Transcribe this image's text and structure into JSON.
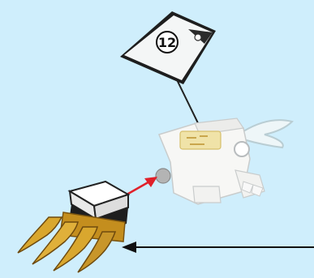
{
  "instruction": {
    "step_number": "12",
    "background_color": "#cfeefc",
    "arrow_color": "#e0202a",
    "parts": [
      "instruction-sheet",
      "white-dragon-model",
      "clear-wing",
      "gold-claw",
      "white-brick",
      "grey-stud"
    ]
  }
}
